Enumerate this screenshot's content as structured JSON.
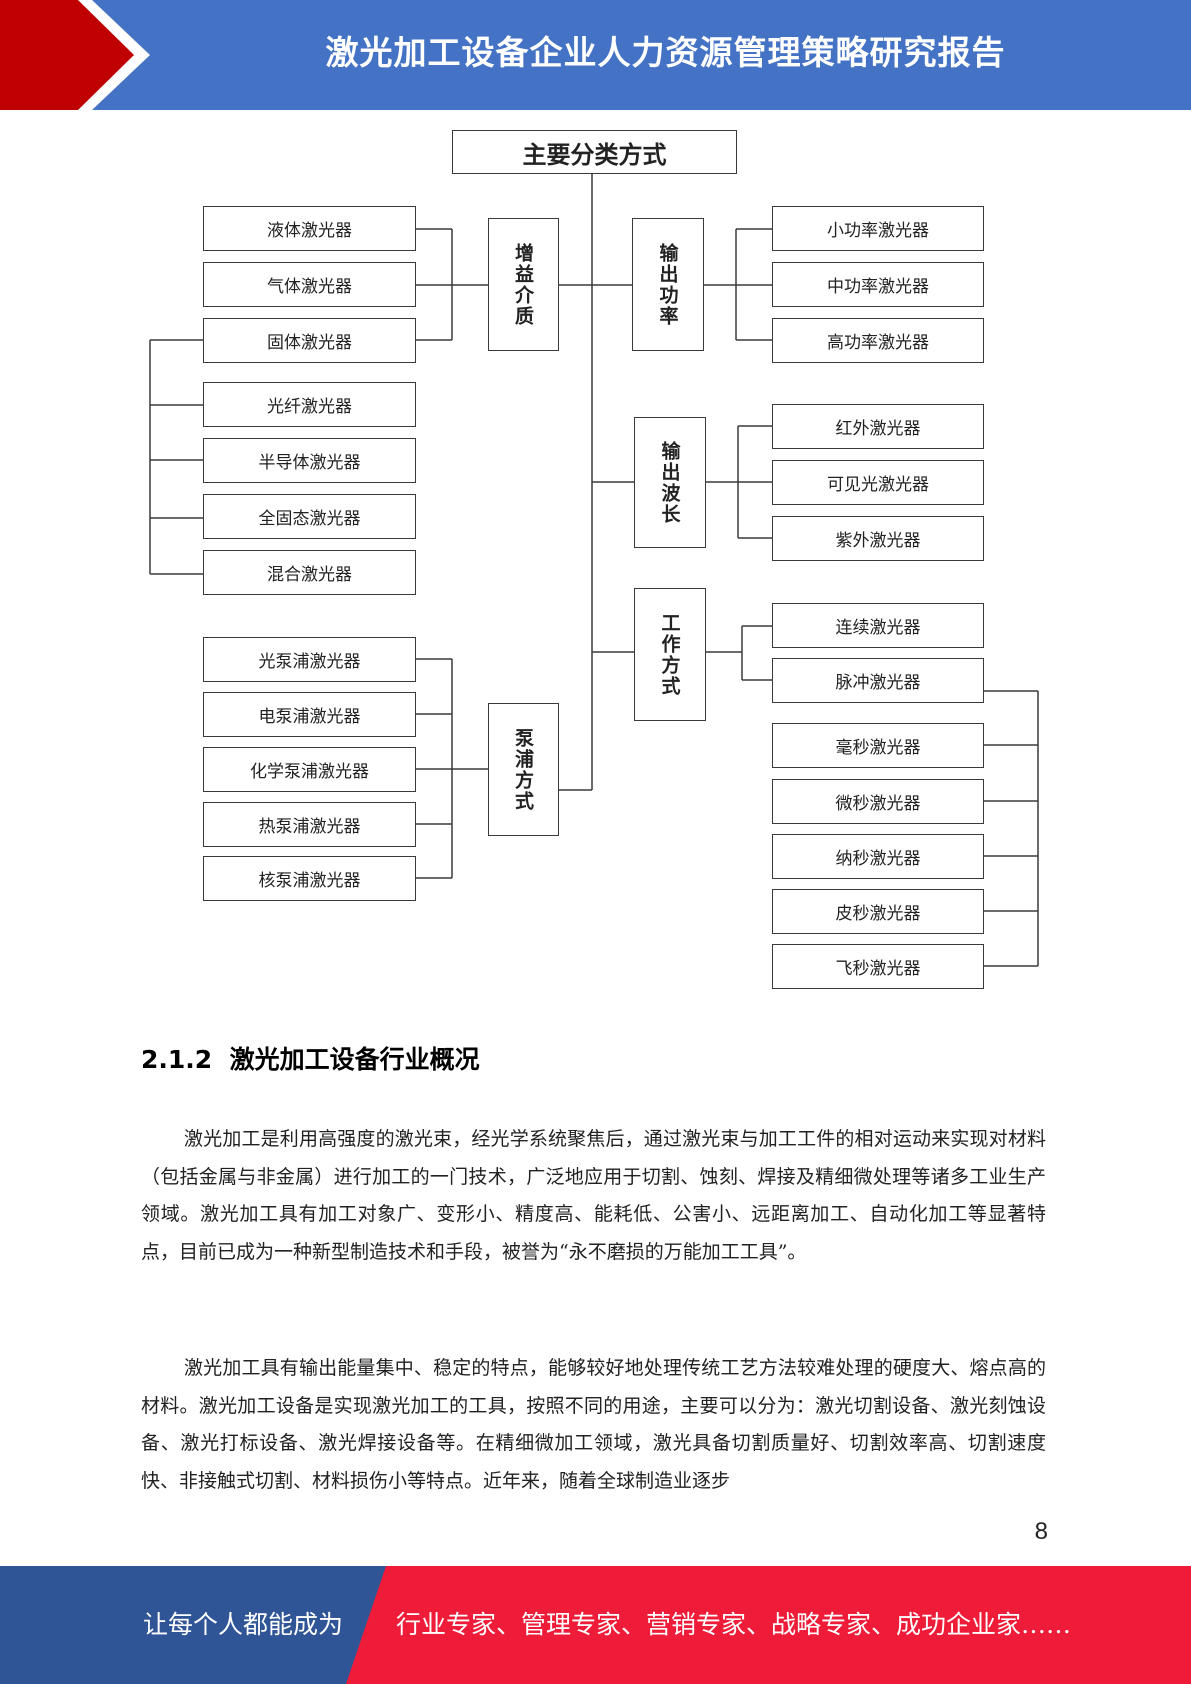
{
  "header": {
    "title": "激光加工设备企业人力资源管理策略研究报告"
  },
  "diagram": {
    "root": "主要分类方式",
    "categories": {
      "gain_medium": {
        "label": "增益介质",
        "items": [
          "液体激光器",
          "气体激光器",
          "固体激光器"
        ]
      },
      "solid_sub": {
        "items": [
          "光纤激光器",
          "半导体激光器",
          "全固态激光器",
          "混合激光器"
        ]
      },
      "pumping": {
        "label": "泵浦方式",
        "items": [
          "光泵浦激光器",
          "电泵浦激光器",
          "化学泵浦激光器",
          "热泵浦激光器",
          "核泵浦激光器"
        ]
      },
      "power": {
        "label": "输出功率",
        "items": [
          "小功率激光器",
          "中功率激光器",
          "高功率激光器"
        ]
      },
      "wavelength": {
        "label": "输出波长",
        "items": [
          "红外激光器",
          "可见光激光器",
          "紫外激光器"
        ]
      },
      "mode": {
        "label": "工作方式",
        "items": [
          "连续激光器",
          "脉冲激光器"
        ]
      },
      "pulse_sub": {
        "items": [
          "毫秒激光器",
          "微秒激光器",
          "纳秒激光器",
          "皮秒激光器",
          "飞秒激光器"
        ]
      }
    }
  },
  "section": {
    "heading": "2.1.2  激光加工设备行业概况"
  },
  "paragraphs": [
    "激光加工是利用高强度的激光束，经光学系统聚焦后，通过激光束与加工工件的相对运动来实现对材料（包括金属与非金属）进行加工的一门技术，广泛地应用于切割、蚀刻、焊接及精细微处理等诸多工业生产领域。激光加工具有加工对象广、变形小、精度高、能耗低、公害小、远距离加工、自动化加工等显著特点，目前已成为一种新型制造技术和手段，被誉为“永不磨损的万能加工工具”。",
    "激光加工具有输出能量集中、稳定的特点，能够较好地处理传统工艺方法较难处理的硬度大、熔点高的材料。激光加工设备是实现激光加工的工具，按照不同的用途，主要可以分为：激光切割设备、激光刻蚀设备、激光打标设备、激光焊接设备等。在精细微加工领域，激光具备切割质量好、切割效率高、切割速度快、非接触式切割、材料损伤小等特点。近年来，随着全球制造业逐步"
  ],
  "page_number": "8",
  "footer": {
    "left_text": "让每个人都能成为",
    "right_text": "行业专家、管理专家、营销专家、战略专家、成功企业家……"
  },
  "colors": {
    "brand_blue": "#4472c4",
    "brand_red": "#c00000",
    "footer_blue": "#2f5597",
    "footer_red": "#ee1c38"
  }
}
